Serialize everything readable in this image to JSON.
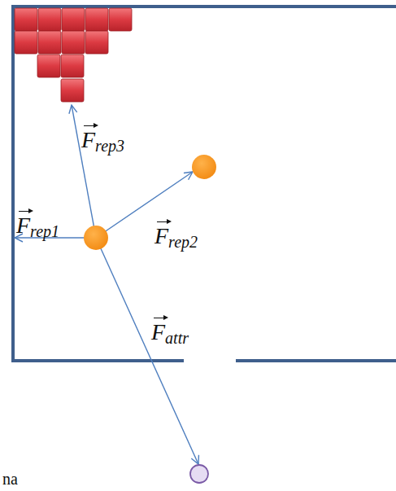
{
  "diagram": {
    "labels": [
      "Frep3",
      "Frep1",
      "Frep2",
      "Fattr",
      "na"
    ]
  }
}
